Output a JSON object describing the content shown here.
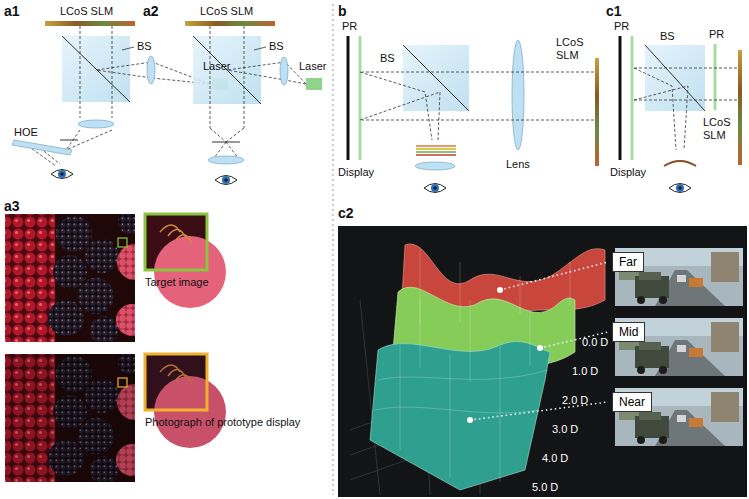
{
  "diagram": {
    "nodes": [
      {
        "text": [
          "Far"
        ]
      },
      {
        "text": [
          "Mid"
        ]
      },
      {
        "text": [
          "Near"
        ]
      }
    ],
    "labels": [
      "a1",
      "LCoS SLM",
      "BS",
      "Laser",
      "HOE",
      "a2",
      "LCoS SLM",
      "BS",
      "Laser",
      "a3",
      "Target image",
      "Photograph of prototype display",
      "b",
      "PR",
      "BS",
      "Lens",
      "LCoS SLM",
      "Display",
      "c1",
      "PR",
      "BS",
      "PR",
      "LCoS SLM",
      "Display",
      "c2",
      "0.0 D",
      "1.0 D",
      "2.0 D",
      "3.0 D",
      "4.0 D",
      "5.0 D"
    ]
  }
}
